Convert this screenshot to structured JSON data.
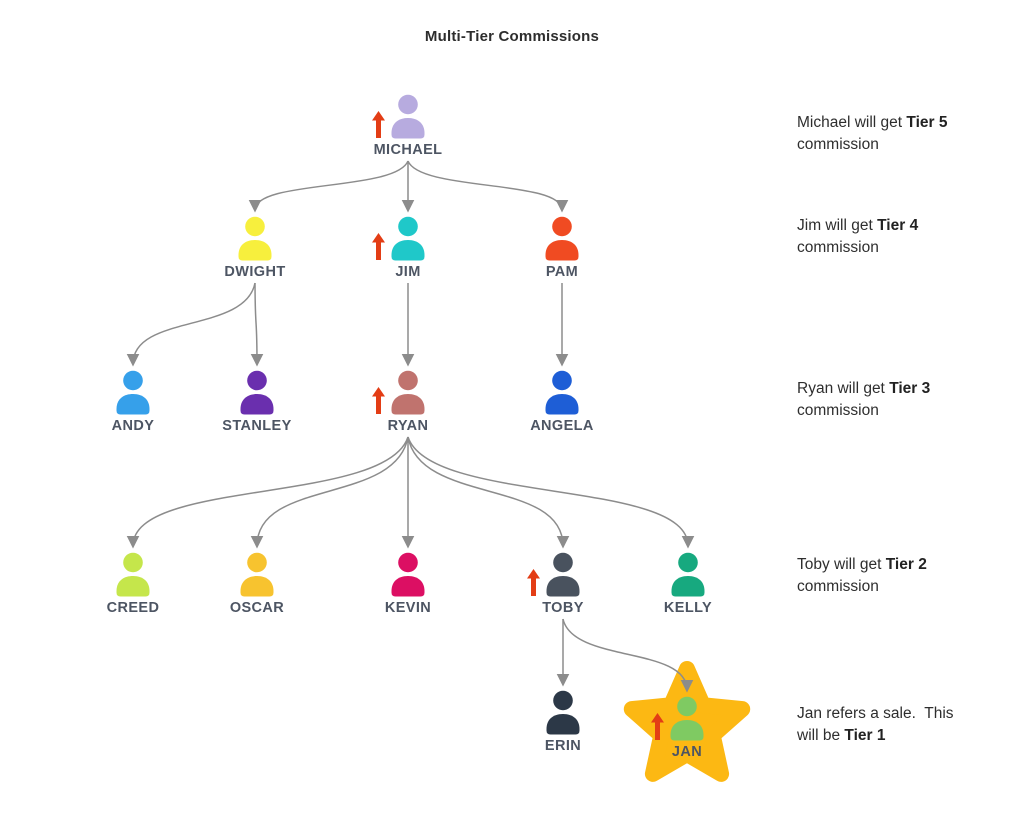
{
  "title": "Multi-Tier Commissions",
  "colors": {
    "arrow": "#e33d15",
    "connector": "#8c8c8c",
    "node_label": "#4d5563",
    "star": "#fcb813",
    "annotation_text": "#2e2e2e"
  },
  "nodes": [
    {
      "id": "michael",
      "label": "MICHAEL",
      "color": "#b7abdf",
      "arrow": true,
      "star": false
    },
    {
      "id": "dwight",
      "label": "DWIGHT",
      "color": "#f7ef3d",
      "arrow": false,
      "star": false
    },
    {
      "id": "jim",
      "label": "JIM",
      "color": "#1fc8c9",
      "arrow": true,
      "star": false
    },
    {
      "id": "pam",
      "label": "PAM",
      "color": "#f04b22",
      "arrow": false,
      "star": false
    },
    {
      "id": "andy",
      "label": "ANDY",
      "color": "#36a0ea",
      "arrow": false,
      "star": false
    },
    {
      "id": "stanley",
      "label": "STANLEY",
      "color": "#6a2fae",
      "arrow": false,
      "star": false
    },
    {
      "id": "ryan",
      "label": "RYAN",
      "color": "#c0736e",
      "arrow": true,
      "star": false
    },
    {
      "id": "angela",
      "label": "ANGELA",
      "color": "#1e5ed6",
      "arrow": false,
      "star": false
    },
    {
      "id": "creed",
      "label": "CREED",
      "color": "#c5e64b",
      "arrow": false,
      "star": false
    },
    {
      "id": "oscar",
      "label": "OSCAR",
      "color": "#f7c32f",
      "arrow": false,
      "star": false
    },
    {
      "id": "kevin",
      "label": "KEVIN",
      "color": "#dc0f63",
      "arrow": false,
      "star": false
    },
    {
      "id": "toby",
      "label": "TOBY",
      "color": "#49525e",
      "arrow": true,
      "star": false
    },
    {
      "id": "kelly",
      "label": "KELLY",
      "color": "#17a97f",
      "arrow": false,
      "star": false
    },
    {
      "id": "erin",
      "label": "ERIN",
      "color": "#2c3847",
      "arrow": false,
      "star": false
    },
    {
      "id": "jan",
      "label": "JAN",
      "color": "#7fca62",
      "arrow": true,
      "star": true
    }
  ],
  "edges": [
    [
      "michael",
      "dwight"
    ],
    [
      "michael",
      "jim"
    ],
    [
      "michael",
      "pam"
    ],
    [
      "dwight",
      "andy"
    ],
    [
      "dwight",
      "stanley"
    ],
    [
      "jim",
      "ryan"
    ],
    [
      "pam",
      "angela"
    ],
    [
      "ryan",
      "creed"
    ],
    [
      "ryan",
      "oscar"
    ],
    [
      "ryan",
      "kevin"
    ],
    [
      "ryan",
      "toby"
    ],
    [
      "ryan",
      "kelly"
    ],
    [
      "toby",
      "erin"
    ],
    [
      "toby",
      "jan"
    ]
  ],
  "annotations": [
    {
      "id": "tier5",
      "lines": [
        [
          {
            "t": "Michael will get ",
            "b": false
          },
          {
            "t": "Tier 5",
            "b": true
          }
        ],
        [
          {
            "t": "commission",
            "b": false
          }
        ]
      ]
    },
    {
      "id": "tier4",
      "lines": [
        [
          {
            "t": "Jim will get ",
            "b": false
          },
          {
            "t": "Tier 4",
            "b": true
          }
        ],
        [
          {
            "t": "commission",
            "b": false
          }
        ]
      ]
    },
    {
      "id": "tier3",
      "lines": [
        [
          {
            "t": "Ryan will get ",
            "b": false
          },
          {
            "t": "Tier 3",
            "b": true
          }
        ],
        [
          {
            "t": "commission",
            "b": false
          }
        ]
      ]
    },
    {
      "id": "tier2",
      "lines": [
        [
          {
            "t": "Toby will get ",
            "b": false
          },
          {
            "t": "Tier 2",
            "b": true
          }
        ],
        [
          {
            "t": "commission",
            "b": false
          }
        ]
      ]
    },
    {
      "id": "tier1",
      "lines": [
        [
          {
            "t": "Jan refers a sale.  This",
            "b": false
          }
        ],
        [
          {
            "t": "will be ",
            "b": false
          },
          {
            "t": "Tier 1",
            "b": true
          }
        ]
      ]
    }
  ]
}
